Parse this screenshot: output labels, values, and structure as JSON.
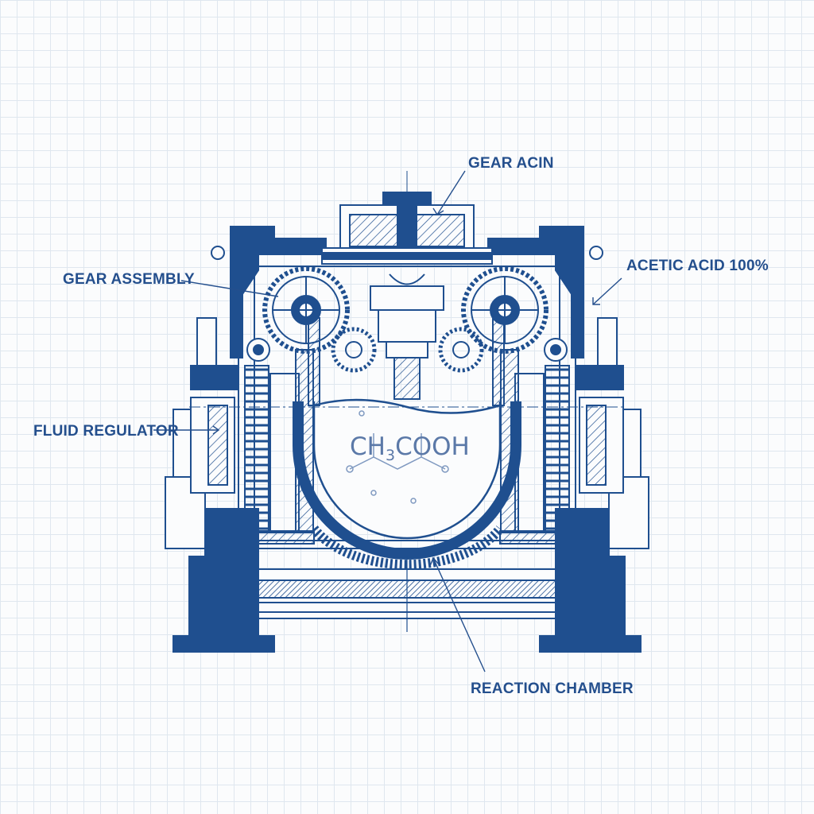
{
  "colors": {
    "ink": "#1f4f8f",
    "ink_dark": "#1c4a88",
    "paper": "#fbfcfd",
    "grid": "#dfe7ef"
  },
  "labels": {
    "gear_acin": "GEAR ACIN",
    "gear_assembly": "GEAR ASSEMBLY",
    "acetic_acid": "ACETIC ACID 100%",
    "fluid_regulator": "FLUID REGULATOR",
    "reaction_chamber": "REACTION CHAMBER"
  },
  "formula": {
    "main": "CH",
    "sub": "3",
    "tail": "COOH"
  }
}
